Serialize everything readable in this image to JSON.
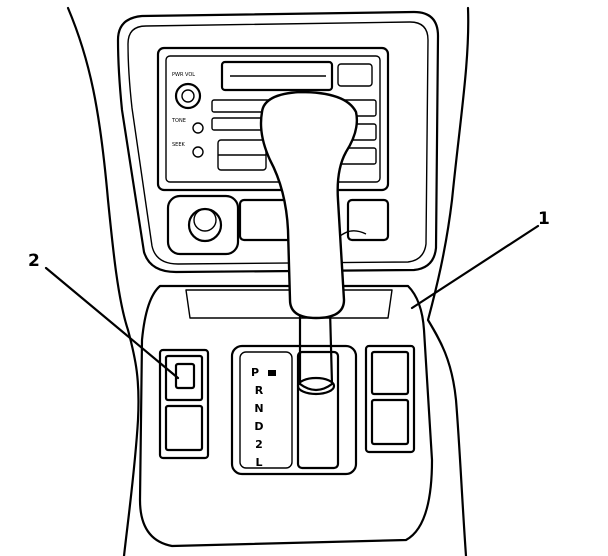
{
  "callouts": [
    {
      "id": "1",
      "label": "1"
    },
    {
      "id": "2",
      "label": "2"
    }
  ],
  "gear_positions": [
    "P",
    "R",
    "N",
    "D",
    "2",
    "L"
  ],
  "colors": {
    "line": "#000000",
    "background": "#ffffff"
  }
}
